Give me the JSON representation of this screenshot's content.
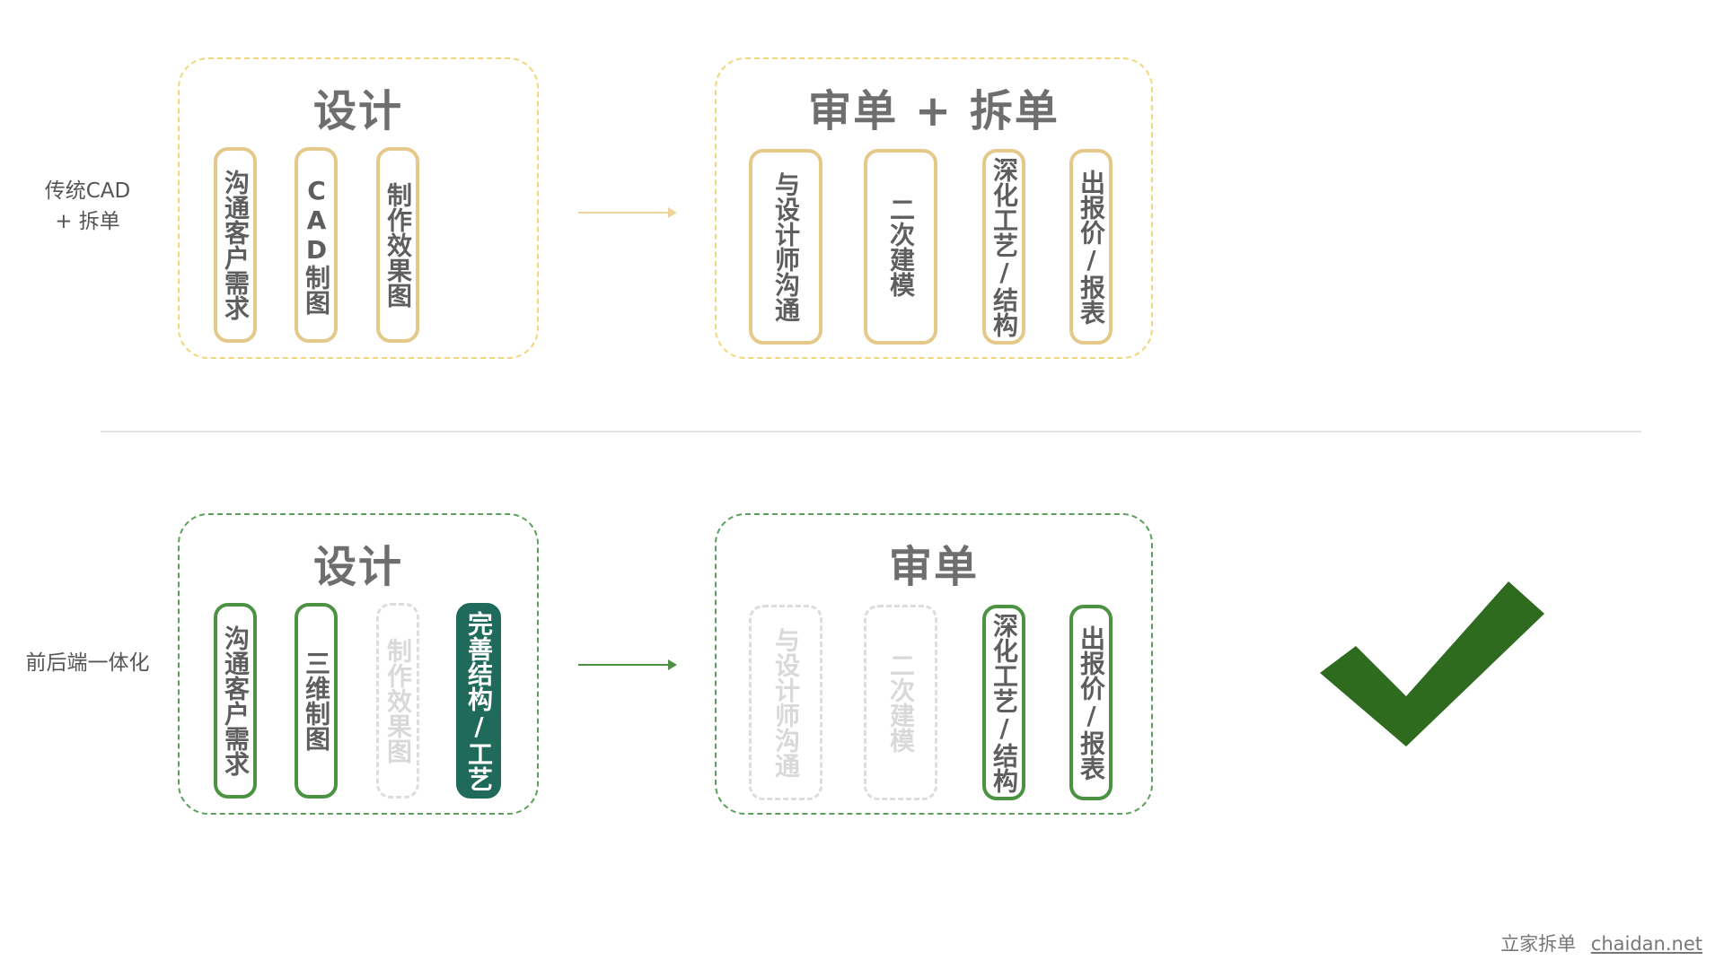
{
  "rows": {
    "traditional": {
      "label_line1": "传统CAD",
      "label_line2": "+ 拆单",
      "design_title": "设计",
      "design_steps": [
        "沟通客户需求",
        "CAD制图",
        "制作效果图"
      ],
      "review_title": "审单 + 拆单",
      "review_steps": [
        "与设计师沟通",
        "二次建模",
        "深化工艺/结构",
        "出报价/报表"
      ]
    },
    "integrated": {
      "label": "前后端一体化",
      "design_title": "设计",
      "design_steps": [
        "沟通客户需求",
        "三维制图",
        "制作效果图",
        "完善结构/工艺"
      ],
      "review_title": "审单",
      "review_steps": [
        "与设计师沟通",
        "二次建模",
        "深化工艺/结构",
        "出报价/报表"
      ]
    }
  },
  "footer": {
    "brand": "立家拆单",
    "site": "chaidan.net"
  },
  "icons": {
    "checkmark": "check-icon"
  },
  "colors": {
    "tan_border": "#e4c98a",
    "yellow_dash": "#f0d77a",
    "green": "#4b9242",
    "dark_green_fill": "#1f6a5a",
    "check_green": "#2e6b1f",
    "ghost": "#dddddd"
  }
}
